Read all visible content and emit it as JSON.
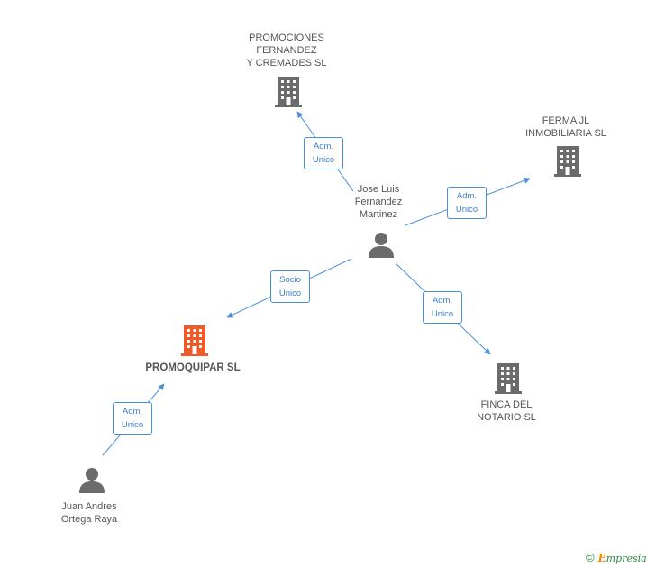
{
  "colors": {
    "edge": "#4a90d9",
    "company": "#6b6b6b",
    "company_main": "#f05a28",
    "person": "#6b6b6b"
  },
  "nodes": {
    "promociones": {
      "label": "PROMOCIONES\nFERNANDEZ\nY CREMADES SL",
      "icon": "building-icon"
    },
    "ferma": {
      "label": "FERMA JL\nINMOBILIARIA SL",
      "icon": "building-icon"
    },
    "jose": {
      "label": "Jose Luis\nFernandez\nMartinez",
      "icon": "person-icon"
    },
    "promoquipar": {
      "label": "PROMOQUIPAR SL",
      "icon": "building-icon"
    },
    "finca": {
      "label": "FINCA DEL\nNOTARIO SL",
      "icon": "building-icon"
    },
    "juan": {
      "label": "Juan Andres\nOrtega Raya",
      "icon": "person-icon"
    }
  },
  "edges": {
    "jose_promociones": "Adm.\nUnico",
    "jose_ferma": "Adm.\nUnico",
    "jose_promoquipar": "Socio\nÚnico",
    "jose_finca": "Adm.\nUnico",
    "juan_promoquipar": "Adm.\nUnico"
  },
  "footer": {
    "copyright_symbol": "©",
    "brand_initial": "E",
    "brand_rest": "mpresia"
  }
}
